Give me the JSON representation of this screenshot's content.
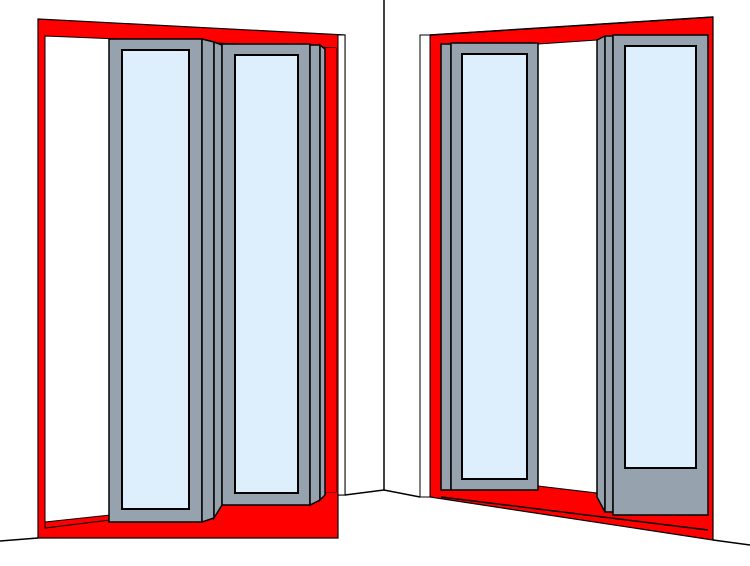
{
  "colors": {
    "frame": "#ff0000",
    "leaf": "#96a3ae",
    "glass": "#ddeefc",
    "wall": "#ffffff",
    "outline": "#000000"
  },
  "scenes": [
    {
      "name": "left-corner-folding-door",
      "leaves_visible": 2
    },
    {
      "name": "right-corner-folding-door",
      "leaves_visible": 2
    }
  ]
}
